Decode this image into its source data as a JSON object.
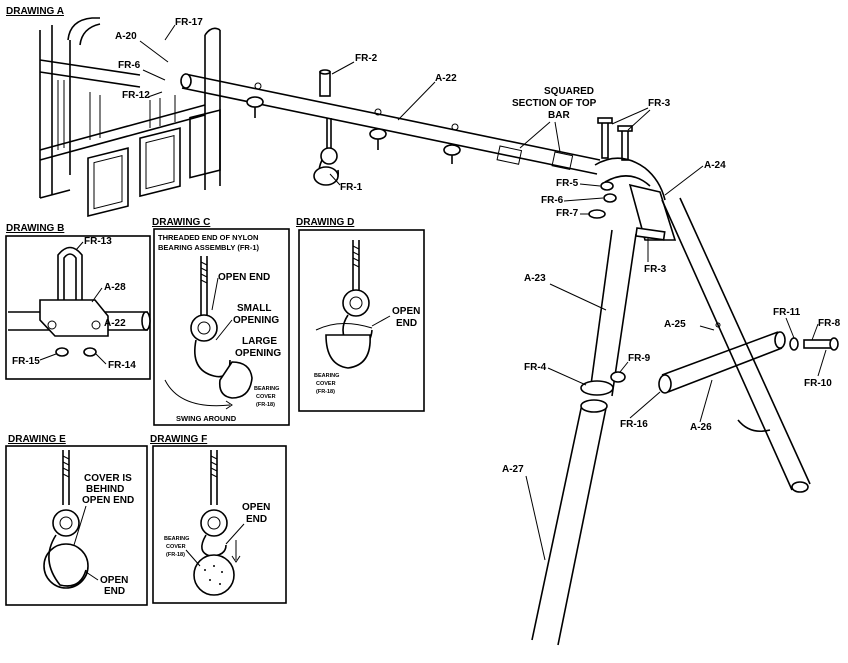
{
  "drawings": {
    "a": {
      "title": "DRAWING A"
    },
    "b": {
      "title": "DRAWING B"
    },
    "c": {
      "title": "DRAWING C",
      "note_line1": "THREADED END OF NYLON",
      "note_line2": "BEARING ASSEMBLY (FR-1)",
      "open_end": "OPEN END",
      "small_line1": "SMALL",
      "small_line2": "OPENING",
      "large_line1": "LARGE",
      "large_line2": "OPENING",
      "cover_line1": "BEARING",
      "cover_line2": "COVER",
      "cover_line3": "(FR-18)",
      "swing": "SWING AROUND"
    },
    "d": {
      "title": "DRAWING D",
      "open_line1": "OPEN",
      "open_line2": "END",
      "cover_line1": "BEARING",
      "cover_line2": "COVER",
      "cover_line3": "(FR-18)"
    },
    "e": {
      "title": "DRAWING E",
      "cover_line1": "COVER IS",
      "cover_line2": "BEHIND",
      "cover_line3": "OPEN END",
      "open_line1": "OPEN",
      "open_line2": "END"
    },
    "f": {
      "title": "DRAWING F",
      "cover_line1": "BEARING",
      "cover_line2": "COVER",
      "cover_line3": "(FR-18)",
      "open_line1": "OPEN",
      "open_line2": "END"
    }
  },
  "labels": {
    "fr17": "FR-17",
    "a20": "A-20",
    "fr6_a": "FR-6",
    "fr12": "FR-12",
    "fr2": "FR-2",
    "a22": "A-22",
    "fr1": "FR-1",
    "squared_line1": "SQUARED",
    "squared_line2": "SECTION OF TOP",
    "squared_line3": "BAR",
    "fr3_top": "FR-3",
    "a24": "A-24",
    "fr5": "FR-5",
    "fr6": "FR-6",
    "fr7": "FR-7",
    "fr3_mid": "FR-3",
    "a23": "A-23",
    "a25": "A-25",
    "fr11": "FR-11",
    "fr8": "FR-8",
    "fr10": "FR-10",
    "fr9": "FR-9",
    "fr4": "FR-4",
    "fr16": "FR-16",
    "a26": "A-26",
    "a27": "A-27",
    "b_fr13": "FR-13",
    "b_a28": "A-28",
    "b_a22": "A-22",
    "b_fr15": "FR-15",
    "b_fr14": "FR-14"
  }
}
